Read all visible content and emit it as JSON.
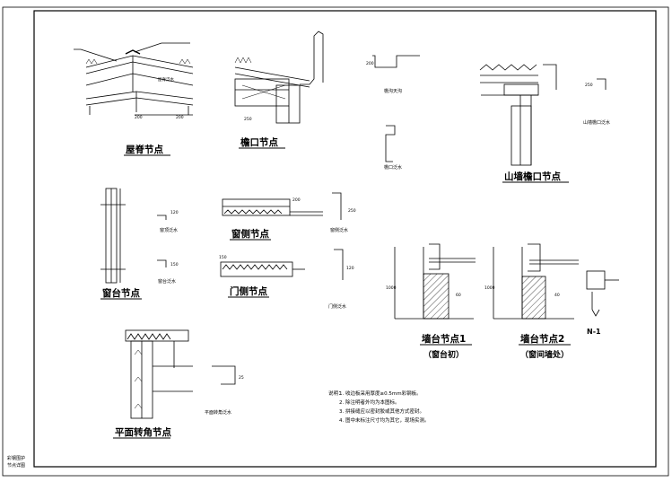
{
  "titles": {
    "ridge": "屋脊节点",
    "eave": "檐口节点",
    "gable": "山墙檐口节点",
    "sill": "窗台节点",
    "window_side": "窗侧节点",
    "door_side": "门侧节点",
    "corner": "平面转角节点",
    "parapet1": "墙台节点1",
    "parapet1_sub": "（窗台初）",
    "parapet2": "墙台节点2",
    "parapet2_sub": "（窗间墙处）",
    "section": "N-1"
  },
  "small_labels": {
    "ridge_flashing": "屋脊泛水",
    "gutter": "檐沟天沟",
    "eave_flashing": "檐口泛水",
    "gable_flashing": "山墙檐口泛水",
    "window_head": "窗顶泛水",
    "window_sill": "窗台泛水",
    "window_side_flash": "窗侧泛水",
    "door_side_flash": "门侧泛水",
    "corner_flash": "平面转角泛水"
  },
  "dimensions": [
    "200",
    "200",
    "250",
    "200",
    "250",
    "120",
    "150",
    "200",
    "250",
    "120",
    "150",
    "1000",
    "1000",
    "60",
    "40",
    "25"
  ],
  "notes": {
    "heading": "说明：",
    "lines": [
      "1. 收边板采用厚度≥0.5mm彩钢板。",
      "2. 除注明者外均为本图标。",
      "3. 拼接缝应以密封胶或其他方式密封。",
      "4. 图中未标注尺寸均为其它，现场实测。"
    ]
  },
  "side_stamp": [
    "彩钢围护",
    "节点详图"
  ]
}
